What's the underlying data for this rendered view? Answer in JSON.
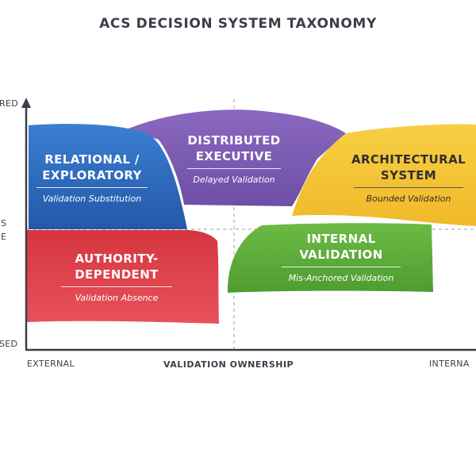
{
  "title": "ACS DECISION SYSTEM TAXONOMY",
  "axes": {
    "y_top_fragment": "RED",
    "y_mid_fragment_1": "S",
    "y_mid_fragment_2": "E",
    "y_bottom_fragment": "SED",
    "x_left": "EXTERNAL",
    "x_title": "VALIDATION OWNERSHIP",
    "x_right_fragment": "INTERNA"
  },
  "regions": [
    {
      "name": "RELATIONAL / EXPLORATORY",
      "line1": "RELATIONAL /",
      "line2": "EXPLORATORY",
      "subtitle": "Validation Substitution",
      "color": "#2f6fc4"
    },
    {
      "name": "DISTRIBUTED EXECUTIVE",
      "line1": "DISTRIBUTED",
      "line2": "EXECUTIVE",
      "subtitle": "Delayed Validation",
      "color": "#7b5cb3"
    },
    {
      "name": "ARCHITECTURAL SYSTEM",
      "line1": "ARCHITECTURAL",
      "line2": "SYSTEM",
      "subtitle": "Bounded Validation",
      "color": "#f5c636"
    },
    {
      "name": "AUTHORITY-DEPENDENT",
      "line1": "AUTHORITY-",
      "line2": "DEPENDENT",
      "subtitle": "Validation Absence",
      "color": "#dd3f49"
    },
    {
      "name": "INTERNAL VALIDATION",
      "line1": "INTERNAL",
      "line2": "VALIDATION",
      "subtitle": "Mis-Anchored Validation",
      "color": "#5fae3a"
    }
  ]
}
